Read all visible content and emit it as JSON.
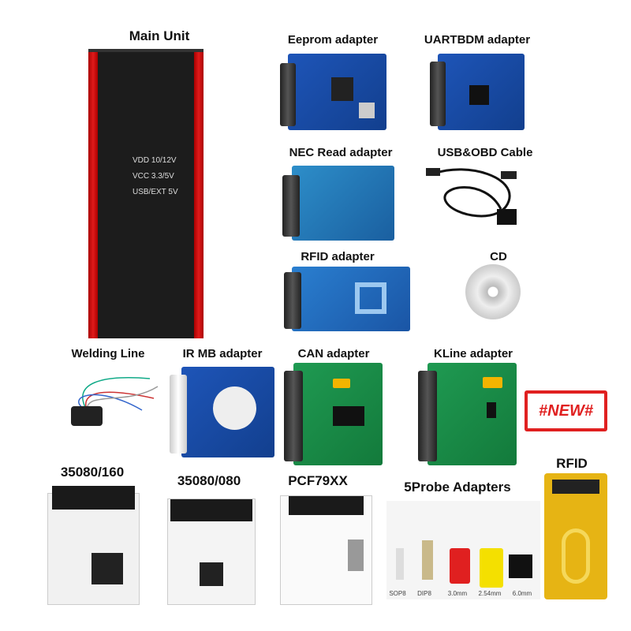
{
  "labels": {
    "main_unit": "Main Unit",
    "eeprom": "Eeprom adapter",
    "uartbdm": "UARTBDM adapter",
    "nec": "NEC Read adapter",
    "usb_obd": "USB&OBD Cable",
    "rfid_adapter": "RFID adapter",
    "cd": "CD",
    "welding": "Welding Line",
    "ir_mb": "IR MB adapter",
    "can": "CAN adapter",
    "kline": "KLine adapter",
    "rfid": "RFID",
    "p35080_160": "35080/160",
    "p35080_080": "35080/080",
    "pcf": "PCF79XX",
    "probe": "5Probe Adapters"
  },
  "main_unit_text": [
    "VDD 10/12V",
    "VCC 3.3/5V",
    "USB/EXT 5V"
  ],
  "badge": "#NEW#",
  "probe_types": [
    "SOP8",
    "DIP8",
    "3.0mm",
    "2.54mm",
    "6.0mm"
  ],
  "colors": {
    "red": "#e01b1b",
    "unit": "#1a1a1a",
    "badge": "#e02020"
  }
}
